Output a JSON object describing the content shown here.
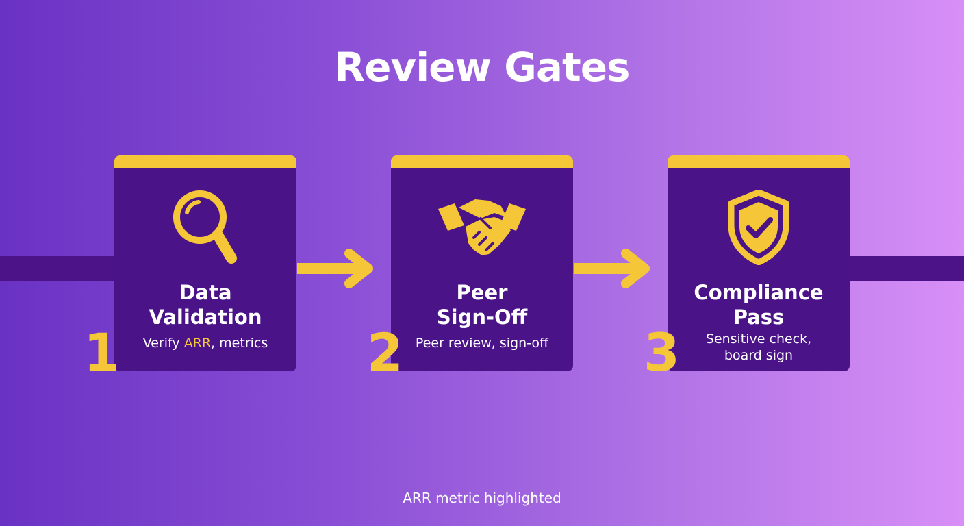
{
  "title": "Review Gates",
  "steps": [
    {
      "number": "1",
      "title_lines": [
        "Data",
        "Validation"
      ],
      "desc_before": "Verify ",
      "desc_highlight": "ARR",
      "desc_after": ", metrics",
      "icon": "magnifying-glass-icon"
    },
    {
      "number": "2",
      "title_lines": [
        "Peer",
        "Sign-Off"
      ],
      "desc_lines": [
        "Peer review, sign-off"
      ],
      "icon": "handshake-icon"
    },
    {
      "number": "3",
      "title_lines": [
        "Compliance",
        "Pass"
      ],
      "desc_lines": [
        "Sensitive check,",
        "board sign"
      ],
      "icon": "shield-check-icon"
    }
  ],
  "footer": "ARR metric highlighted",
  "colors": {
    "accent": "#f5c738",
    "card": "#4b1388",
    "band": "#4c1288",
    "text": "#ffffff"
  }
}
